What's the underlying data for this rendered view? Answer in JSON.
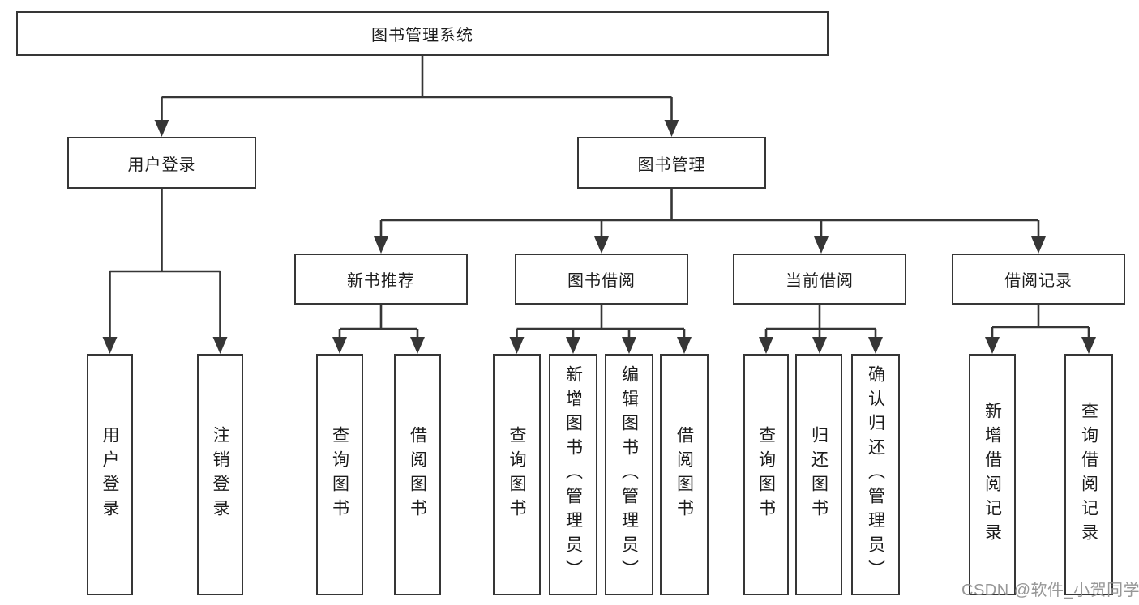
{
  "diagram": {
    "root": {
      "label": "图书管理系统"
    },
    "level2": [
      {
        "id": "user-login",
        "label": "用户登录"
      },
      {
        "id": "book-management",
        "label": "图书管理"
      }
    ],
    "level3": [
      {
        "id": "new-book-recommend",
        "label": "新书推荐"
      },
      {
        "id": "book-borrow",
        "label": "图书借阅"
      },
      {
        "id": "current-borrow",
        "label": "当前借阅"
      },
      {
        "id": "borrow-records",
        "label": "借阅记录"
      }
    ],
    "leaves": [
      {
        "parent": "user-login",
        "label": "用户登录"
      },
      {
        "parent": "user-login",
        "label": "注销登录"
      },
      {
        "parent": "new-book-recommend",
        "label": "查询图书"
      },
      {
        "parent": "new-book-recommend",
        "label": "借阅图书"
      },
      {
        "parent": "book-borrow",
        "label": "查询图书"
      },
      {
        "parent": "book-borrow",
        "label": "新增图书（管理员）"
      },
      {
        "parent": "book-borrow",
        "label": "编辑图书（管理员）"
      },
      {
        "parent": "book-borrow",
        "label": "借阅图书"
      },
      {
        "parent": "current-borrow",
        "label": "查询图书"
      },
      {
        "parent": "current-borrow",
        "label": "归还图书"
      },
      {
        "parent": "current-borrow",
        "label": "确认归还（管理员）"
      },
      {
        "parent": "borrow-records",
        "label": "新增借阅记录"
      },
      {
        "parent": "borrow-records",
        "label": "查询借阅记录"
      }
    ]
  },
  "watermark": {
    "text": "CSDN @软件_小贺同学"
  },
  "colors": {
    "line": "#363636",
    "text": "#1c1c1c",
    "background": "#ffffff",
    "watermark": "#919191"
  }
}
